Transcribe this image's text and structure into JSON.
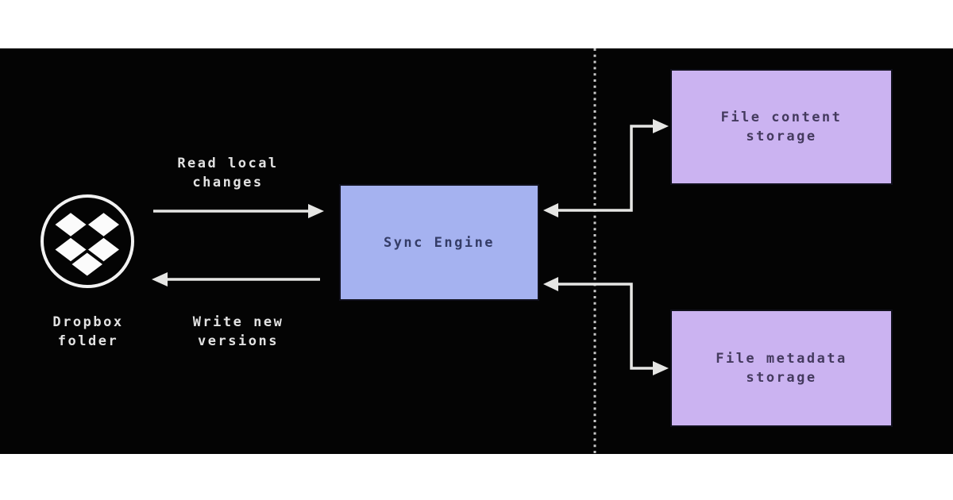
{
  "colors": {
    "canvas_bg": "#040404",
    "band": "#ffffff",
    "sync_fill": "#a5b2f0",
    "sync_text": "#343c66",
    "storage_fill": "#cbb3f1",
    "storage_text": "#443a5e",
    "line": "#e6e6e4",
    "label_text": "#e2e2e2",
    "dotted": "#c8c8c8",
    "node_border": "#10101c"
  },
  "nodes": {
    "dropbox_folder": {
      "icon": "dropbox-icon",
      "label_line1": "Dropbox",
      "label_line2": "folder"
    },
    "sync_engine": {
      "label": "Sync Engine"
    },
    "file_content_storage": {
      "label_line1": "File content",
      "label_line2": "storage"
    },
    "file_metadata_storage": {
      "label_line1": "File metadata",
      "label_line2": "storage"
    }
  },
  "edges": {
    "read_local": {
      "label_line1": "Read local",
      "label_line2": "changes"
    },
    "write_new": {
      "label_line1": "Write new",
      "label_line2": "versions"
    }
  }
}
